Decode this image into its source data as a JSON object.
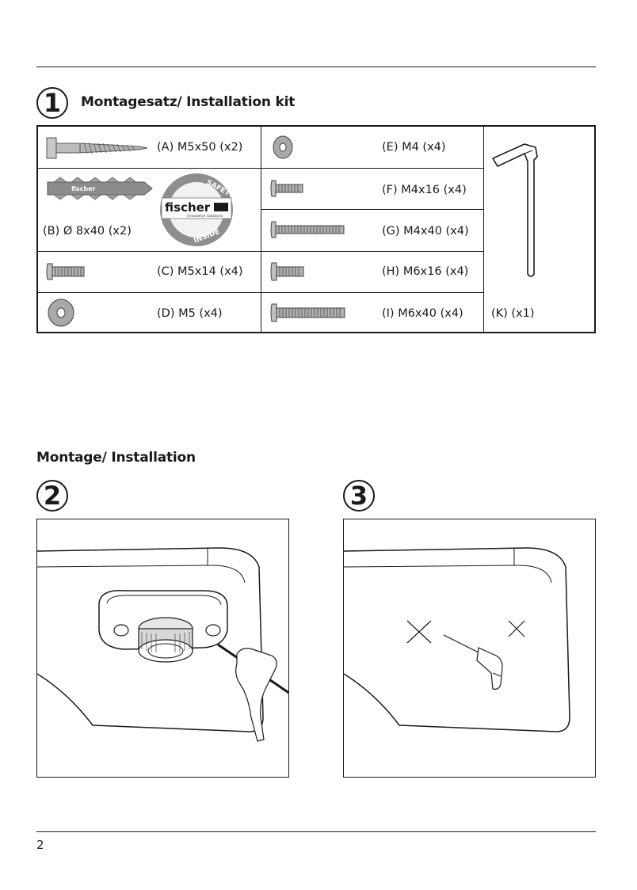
{
  "section1": {
    "number": "1",
    "title": "Montagesatz/ Installation kit",
    "parts": {
      "A": "(A) M5x50 (x2)",
      "B": "(B) Ø 8x40 (x2)",
      "C": "(C) M5x14 (x4)",
      "D": "(D) M5 (x4)",
      "E": "(E) M4 (x4)",
      "F": "(F) M4x16 (x4)",
      "G": "(G) M4x40 (x4)",
      "H": "(H) M6x16 (x4)",
      "I": "(I) M6x40 (x4)",
      "K": "(K) (x1)"
    },
    "anchor_print": "fischer",
    "safety_seal": {
      "brand": "fischer",
      "top_text": "SAFETY",
      "bottom_text": "INSIDE",
      "tagline": "innovative solutions"
    }
  },
  "section2": {
    "title": "Montage/ Installation",
    "step2_number": "2",
    "step3_number": "3"
  },
  "footer": {
    "page_number": "2"
  },
  "colors": {
    "ink": "#1a1a1a",
    "metal": "#9a9a9a",
    "dowel": "#8c8c8c"
  }
}
